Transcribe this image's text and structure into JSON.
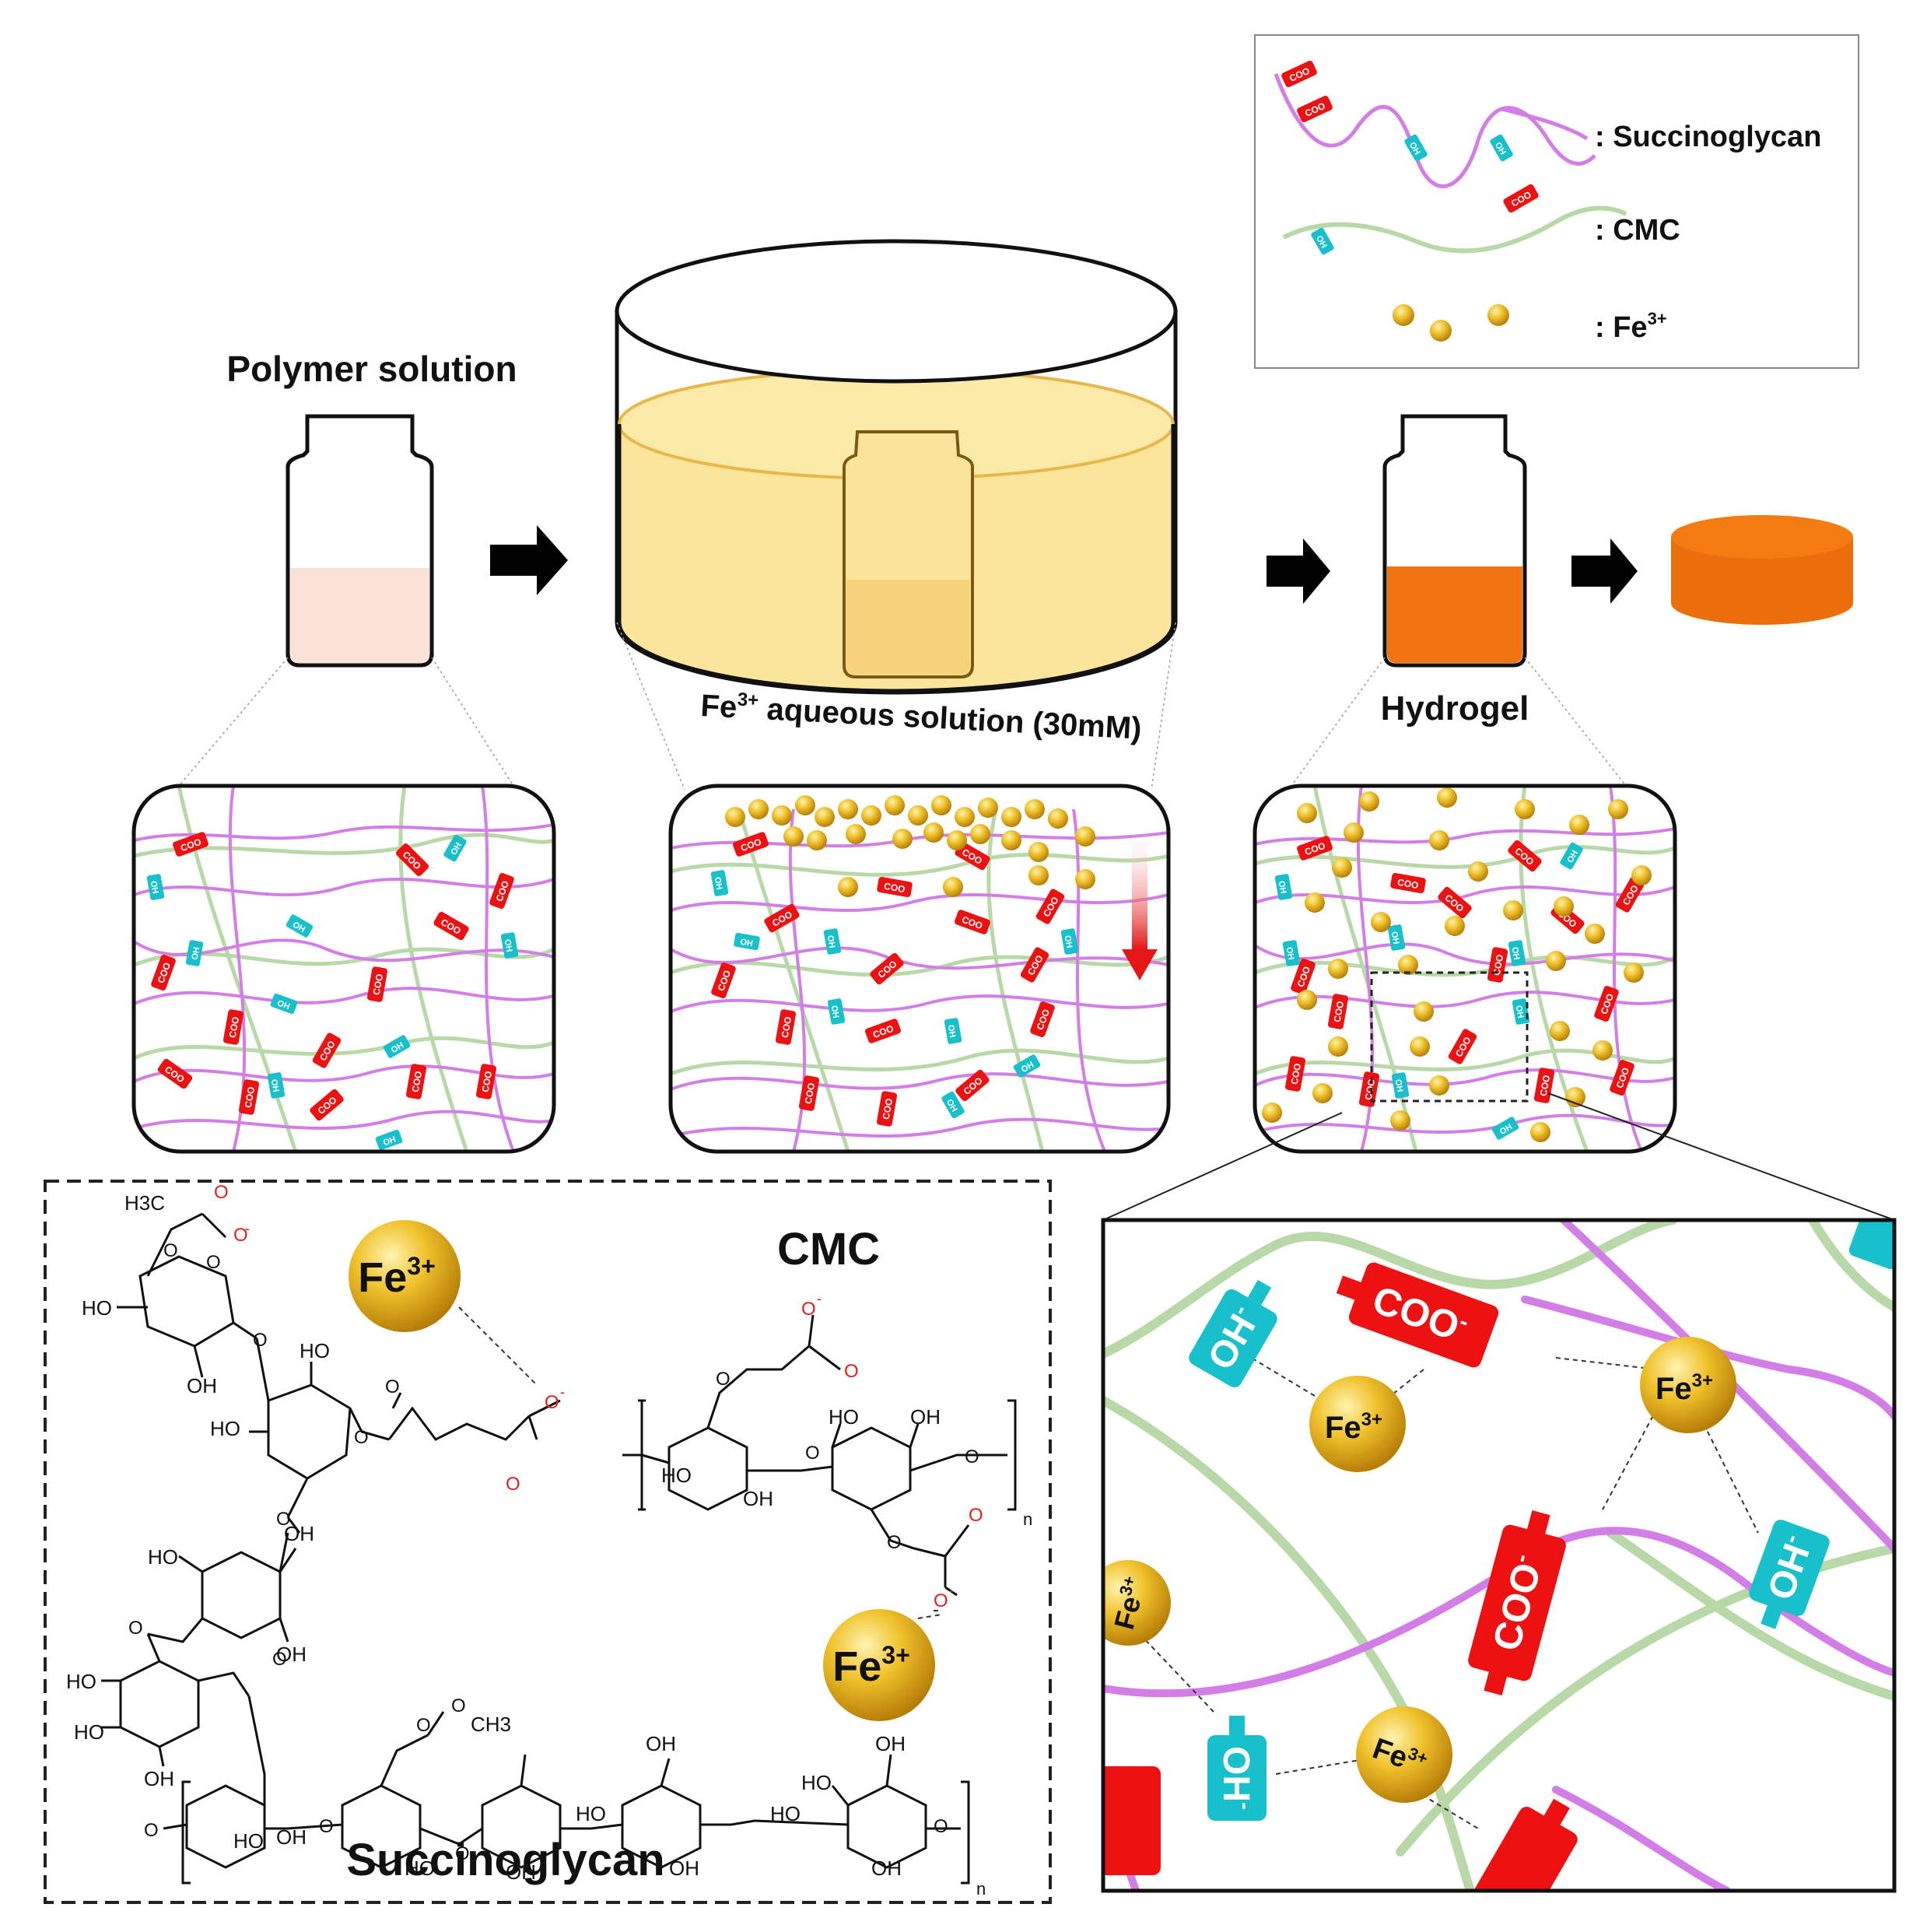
{
  "legend": {
    "succinoglycan": ": Succinoglycan",
    "cmc": ": CMC",
    "fe": ": Fe",
    "fe_sup": "3+"
  },
  "labels": {
    "polymer_solution": "Polymer solution",
    "hydrogel": "Hydrogel",
    "fe_solution_prefix": "Fe",
    "fe_solution_sup": "3+",
    "fe_solution_rest": " aqueous solution (30mM)"
  },
  "groups": {
    "coo": "COO",
    "coo_minus": "-",
    "oh": "OH"
  },
  "ion": {
    "fe": "Fe",
    "sup": "3+"
  },
  "structure": {
    "cmc_title": "CMC",
    "succinoglycan_title": "Succinoglycan",
    "ho": "HO",
    "oh": "OH",
    "o": "O",
    "h3c": "H3C",
    "ch3": "CH3",
    "n": "n",
    "minus": "-"
  },
  "colors": {
    "succinoglycan": "#d37de6",
    "cmc": "#b9d8a8",
    "fe_ion": "#e3a812",
    "coo_group": "#ee1111",
    "oh_group": "#18c0cc",
    "fe_bath": "#fae59a",
    "polymer_solution": "#fbe2d8",
    "hydrogel": "#f07410",
    "carboxylate_text": "#e02020"
  }
}
